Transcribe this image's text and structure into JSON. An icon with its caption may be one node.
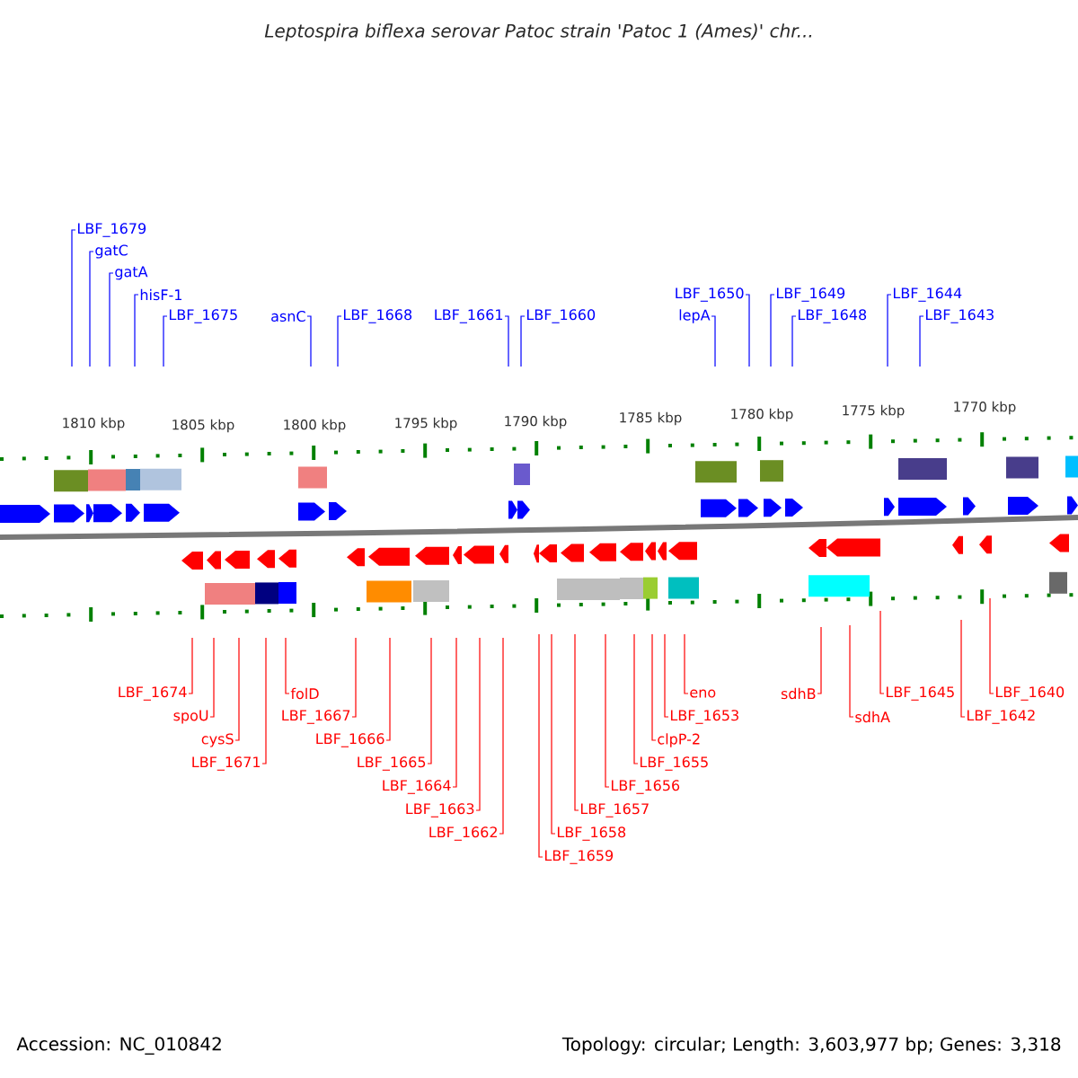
{
  "diagram": {
    "title": "Leptospira biflexa serovar Patoc strain 'Patoc 1 (Ames)' chr...",
    "nodes": [
      {
        "text": [
          "LBF_1679"
        ]
      },
      {
        "text": [
          "gatC"
        ]
      },
      {
        "text": [
          "gatA"
        ]
      },
      {
        "text": [
          "hisF-1"
        ]
      },
      {
        "text": [
          "LBF_1675"
        ]
      },
      {
        "text": [
          "asnC"
        ]
      },
      {
        "text": [
          "LBF_1668"
        ]
      },
      {
        "text": [
          "LBF_1661"
        ]
      },
      {
        "text": [
          "LBF_1660"
        ]
      },
      {
        "text": [
          "lepA"
        ]
      },
      {
        "text": [
          "LBF_1650"
        ]
      },
      {
        "text": [
          "LBF_1649"
        ]
      },
      {
        "text": [
          "LBF_1648"
        ]
      },
      {
        "text": [
          "LBF_1644"
        ]
      },
      {
        "text": [
          "LBF_1643"
        ]
      },
      {
        "text": [
          "LBF_1674"
        ]
      },
      {
        "text": [
          "spoU"
        ]
      },
      {
        "text": [
          "cysS"
        ]
      },
      {
        "text": [
          "LBF_1671"
        ]
      },
      {
        "text": [
          "folD"
        ]
      },
      {
        "text": [
          "LBF_1667"
        ]
      },
      {
        "text": [
          "LBF_1666"
        ]
      },
      {
        "text": [
          "LBF_1665"
        ]
      },
      {
        "text": [
          "LBF_1664"
        ]
      },
      {
        "text": [
          "LBF_1663"
        ]
      },
      {
        "text": [
          "LBF_1662"
        ]
      },
      {
        "text": [
          "LBF_1659"
        ]
      },
      {
        "text": [
          "LBF_1658"
        ]
      },
      {
        "text": [
          "LBF_1657"
        ]
      },
      {
        "text": [
          "LBF_1656"
        ]
      },
      {
        "text": [
          "LBF_1655"
        ]
      },
      {
        "text": [
          "clpP-2"
        ]
      },
      {
        "text": [
          "LBF_1653"
        ]
      },
      {
        "text": [
          "eno"
        ]
      },
      {
        "text": [
          "sdhB"
        ]
      },
      {
        "text": [
          "sdhA"
        ]
      },
      {
        "text": [
          "LBF_1645"
        ]
      },
      {
        "text": [
          "LBF_1642"
        ]
      },
      {
        "text": [
          "LBF_1640"
        ]
      }
    ],
    "edges": [
      {
        "from": 0,
        "to": null,
        "arrow": "none",
        "color": "#0000ff"
      },
      {
        "from": 1,
        "to": null,
        "arrow": "none",
        "color": "#0000ff"
      },
      {
        "from": 2,
        "to": null,
        "arrow": "none",
        "color": "#0000ff"
      },
      {
        "from": 3,
        "to": null,
        "arrow": "none",
        "color": "#0000ff"
      },
      {
        "from": 4,
        "to": null,
        "arrow": "none",
        "color": "#0000ff"
      },
      {
        "from": 5,
        "to": null,
        "arrow": "none",
        "color": "#0000ff"
      },
      {
        "from": 6,
        "to": null,
        "arrow": "none",
        "color": "#0000ff"
      },
      {
        "from": 7,
        "to": null,
        "arrow": "none",
        "color": "#0000ff"
      },
      {
        "from": 8,
        "to": null,
        "arrow": "none",
        "color": "#0000ff"
      },
      {
        "from": 9,
        "to": null,
        "arrow": "none",
        "color": "#0000ff"
      },
      {
        "from": 10,
        "to": null,
        "arrow": "none",
        "color": "#0000ff"
      },
      {
        "from": 11,
        "to": null,
        "arrow": "none",
        "color": "#0000ff"
      },
      {
        "from": 12,
        "to": null,
        "arrow": "none",
        "color": "#0000ff"
      },
      {
        "from": 13,
        "to": null,
        "arrow": "none",
        "color": "#0000ff"
      },
      {
        "from": 14,
        "to": null,
        "arrow": "none",
        "color": "#0000ff"
      },
      {
        "from": 15,
        "to": null,
        "arrow": "none"
      },
      {
        "from": 16,
        "to": null,
        "arrow": "none"
      },
      {
        "from": 17,
        "to": null,
        "arrow": "none"
      },
      {
        "from": 18,
        "to": null,
        "arrow": "none"
      },
      {
        "from": 19,
        "to": null,
        "arrow": "none"
      },
      {
        "from": 20,
        "to": null,
        "arrow": "none"
      },
      {
        "from": 21,
        "to": null,
        "arrow": "none"
      },
      {
        "from": 22,
        "to": null,
        "arrow": "none"
      },
      {
        "from": 23,
        "to": null,
        "arrow": "none"
      },
      {
        "from": 24,
        "to": null,
        "arrow": "none"
      },
      {
        "from": 25,
        "to": null,
        "arrow": "none"
      },
      {
        "from": 26,
        "to": null,
        "arrow": "none"
      },
      {
        "from": 27,
        "to": null,
        "arrow": "none"
      },
      {
        "from": 28,
        "to": null,
        "arrow": "none"
      },
      {
        "from": 29,
        "to": null,
        "arrow": "none"
      },
      {
        "from": 30,
        "to": null,
        "arrow": "none"
      },
      {
        "from": 31,
        "to": null,
        "arrow": "none"
      },
      {
        "from": 32,
        "to": null,
        "arrow": "none"
      },
      {
        "from": 33,
        "to": null,
        "arrow": "none"
      },
      {
        "from": 34,
        "to": null,
        "arrow": "none"
      },
      {
        "from": 35,
        "to": null,
        "arrow": "none"
      },
      {
        "from": 36,
        "to": null,
        "arrow": "none"
      },
      {
        "from": 37,
        "to": null,
        "arrow": "none"
      },
      {
        "from": 38,
        "to": null,
        "arrow": "none"
      }
    ],
    "labels": [
      "1810 kbp",
      "1805 kbp",
      "1800 kbp",
      "1795 kbp",
      "1790 kbp",
      "1785 kbp",
      "1780 kbp",
      "1775 kbp",
      "1770 kbp",
      "Accession: NC_010842",
      "Topology: circular; Length: 3,603,977 bp; Genes: 3,318"
    ]
  }
}
